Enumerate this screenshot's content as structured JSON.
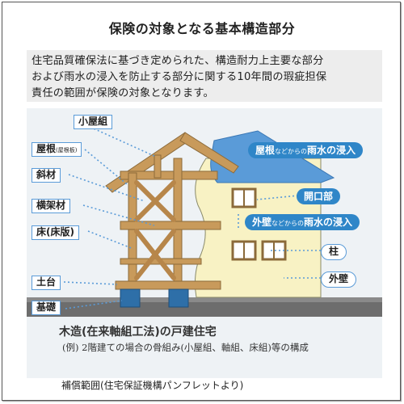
{
  "title": "保険の対象となる基本構造部分",
  "description": {
    "line1": "住宅品質確保法に基づき定められた、構造耐力上主要な部分",
    "line2": "および雨水の浸入を防止する部分に関する10年間の瑕疵担保",
    "line3": "責任の範囲が保険の対象となります。"
  },
  "left_labels": {
    "koyagumi": "小屋組",
    "yane_main": "屋根",
    "yane_sub": "(屋根板)",
    "shazai": "斜材",
    "okakezai": "横架材",
    "yuka_main": "床(床版)",
    "dodai": "土台",
    "kiso": "基礎"
  },
  "right_labels": {
    "roof_main": "屋根",
    "roof_small": "などからの",
    "roof_tail": "雨水の浸入",
    "opening": "開口部",
    "wall_main": "外壁",
    "wall_small": "などからの",
    "wall_tail": "雨水の浸入",
    "column": "柱",
    "outer_wall": "外壁"
  },
  "caption": {
    "line1": "木造(在来軸組工法)の戸建住宅",
    "line2": "(例) 2階建ての場合の骨組み(小屋組、軸組、床組)等の構成"
  },
  "footer": "補償範囲(住宅保証機構パンフレットより)",
  "colors": {
    "accent_blue": "#2f86c8",
    "wood": "#c89a5b",
    "wall": "#f8f2c4",
    "roof": "#5a9bd8",
    "foundation": "#2e6fa8"
  }
}
